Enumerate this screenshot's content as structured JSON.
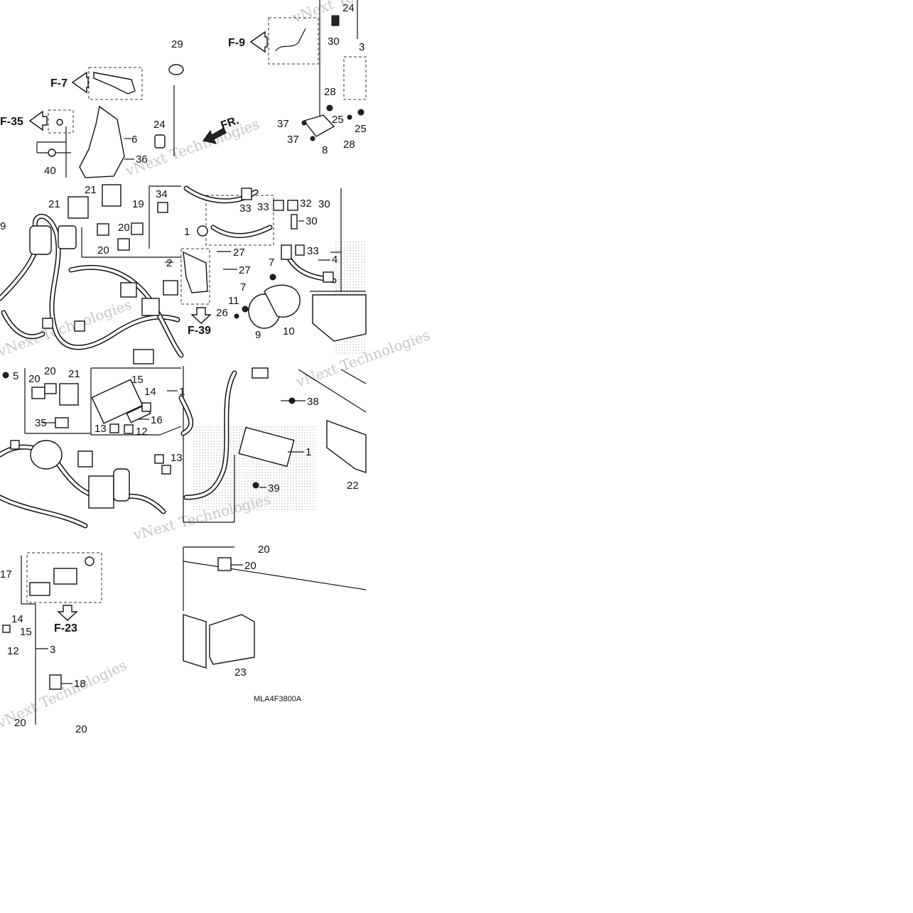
{
  "diagram": {
    "drawing_code": "MLA4F3800A",
    "direction_label": "FR.",
    "watermark": "vNext Technologies",
    "references": [
      {
        "id": "f7",
        "label": "F-7"
      },
      {
        "id": "f9",
        "label": "F-9"
      },
      {
        "id": "f35",
        "label": "F-35"
      },
      {
        "id": "f39",
        "label": "F-39"
      },
      {
        "id": "f23",
        "label": "F-23"
      }
    ],
    "callouts": [
      {
        "id": "c24a",
        "label": "24"
      },
      {
        "id": "c30a",
        "label": "30"
      },
      {
        "id": "c3a",
        "label": "3"
      },
      {
        "id": "c29",
        "label": "29"
      },
      {
        "id": "c28a",
        "label": "28"
      },
      {
        "id": "c37a",
        "label": "37"
      },
      {
        "id": "c25a",
        "label": "25"
      },
      {
        "id": "c25b",
        "label": "25"
      },
      {
        "id": "c37b",
        "label": "37"
      },
      {
        "id": "c28b",
        "label": "28"
      },
      {
        "id": "c8",
        "label": "8"
      },
      {
        "id": "c6",
        "label": "6"
      },
      {
        "id": "c24b",
        "label": "24"
      },
      {
        "id": "c36",
        "label": "36"
      },
      {
        "id": "c40",
        "label": "40"
      },
      {
        "id": "c21a",
        "label": "21"
      },
      {
        "id": "c21b",
        "label": "21"
      },
      {
        "id": "c34",
        "label": "34"
      },
      {
        "id": "c19",
        "label": "19"
      },
      {
        "id": "c20a",
        "label": "20"
      },
      {
        "id": "c20b",
        "label": "20"
      },
      {
        "id": "c9a",
        "label": "9"
      },
      {
        "id": "c33a",
        "label": "33"
      },
      {
        "id": "c33b",
        "label": "33"
      },
      {
        "id": "c32",
        "label": "32"
      },
      {
        "id": "c30b",
        "label": "30"
      },
      {
        "id": "c30c",
        "label": "30"
      },
      {
        "id": "c1a",
        "label": "1"
      },
      {
        "id": "c27a",
        "label": "27"
      },
      {
        "id": "c27b",
        "label": "27"
      },
      {
        "id": "c2",
        "label": "2"
      },
      {
        "id": "c33c",
        "label": "33"
      },
      {
        "id": "c4",
        "label": "4"
      },
      {
        "id": "c7a",
        "label": "7"
      },
      {
        "id": "c7b",
        "label": "7"
      },
      {
        "id": "c11",
        "label": "11"
      },
      {
        "id": "c26",
        "label": "26"
      },
      {
        "id": "c9b",
        "label": "9"
      },
      {
        "id": "c10",
        "label": "10"
      },
      {
        "id": "c5",
        "label": "5"
      },
      {
        "id": "c20c",
        "label": "20"
      },
      {
        "id": "c20d",
        "label": "20"
      },
      {
        "id": "c21c",
        "label": "21"
      },
      {
        "id": "c15a",
        "label": "15"
      },
      {
        "id": "c14a",
        "label": "14"
      },
      {
        "id": "c1b",
        "label": "1"
      },
      {
        "id": "c35",
        "label": "35"
      },
      {
        "id": "c16",
        "label": "16"
      },
      {
        "id": "c13a",
        "label": "13"
      },
      {
        "id": "c12a",
        "label": "12"
      },
      {
        "id": "c13b",
        "label": "13"
      },
      {
        "id": "c38",
        "label": "38"
      },
      {
        "id": "c1c",
        "label": "1"
      },
      {
        "id": "c39",
        "label": "39"
      },
      {
        "id": "c22",
        "label": "22"
      },
      {
        "id": "c20e",
        "label": "20"
      },
      {
        "id": "c20f",
        "label": "20"
      },
      {
        "id": "c17",
        "label": "17"
      },
      {
        "id": "c14b",
        "label": "14"
      },
      {
        "id": "c15b",
        "label": "15"
      },
      {
        "id": "c12b",
        "label": "12"
      },
      {
        "id": "c3b",
        "label": "3"
      },
      {
        "id": "c18",
        "label": "18"
      },
      {
        "id": "c23",
        "label": "23"
      },
      {
        "id": "c20g",
        "label": "20"
      },
      {
        "id": "c20h",
        "label": "20"
      }
    ]
  }
}
